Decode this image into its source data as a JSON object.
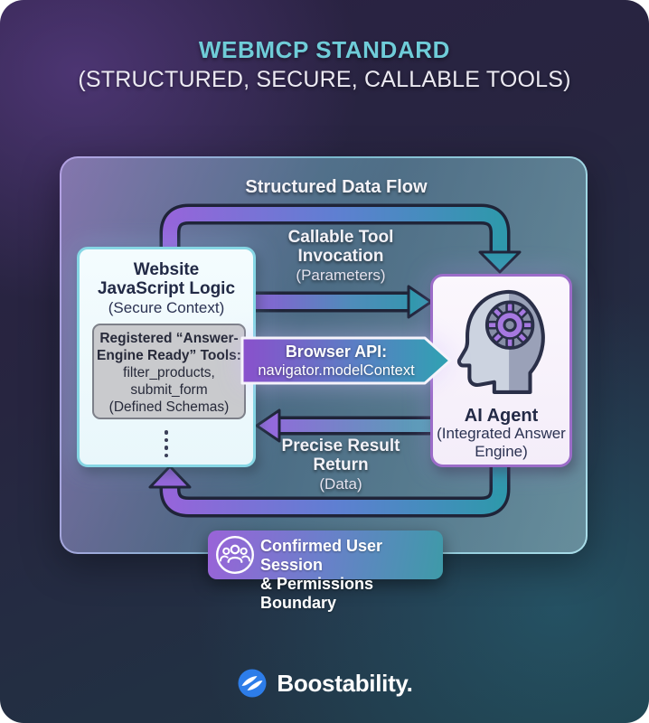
{
  "title": {
    "main": "WEBMCP STANDARD",
    "subtitle": "(STRUCTURED, SECURE, CALLABLE TOOLS)"
  },
  "diagram": {
    "heading": "Structured Data Flow",
    "website_box": {
      "line1": "Website",
      "line2": "JavaScript Logic",
      "line3": "(Secure Context)",
      "tools": {
        "line1": "Registered “Answer-",
        "line2": "Engine Ready” Tools:",
        "line3": "filter_products,",
        "line4": "submit_form",
        "line5": "(Defined Schemas)"
      }
    },
    "ai_box": {
      "title": "AI Agent",
      "line2": "(Integrated Answer",
      "line3": "Engine)"
    },
    "labels": {
      "invocation": {
        "line1": "Callable Tool",
        "line2": "Invocation",
        "line3": "(Parameters)"
      },
      "api": {
        "line1": "Browser API:",
        "line2": "navigator.modelContext"
      },
      "result": {
        "line1": "Precise Result",
        "line2": "Return",
        "line3": "(Data)"
      }
    },
    "badge": {
      "line1": "Confirmed User Session",
      "line2": "& Permissions Boundary"
    }
  },
  "footer": {
    "brand": "Boostability."
  },
  "colors": {
    "title_teal": "#6fccd8",
    "arrow_purple": "#9565da",
    "arrow_teal": "#2f98ac",
    "container_border_left": "#b3a0e2",
    "container_border_right": "#a9dde9",
    "website_border": "#86d6e4",
    "ai_border": "#9b6cc8",
    "gear_purple": "#a678e0",
    "logo_blue": "#2d7de9"
  }
}
